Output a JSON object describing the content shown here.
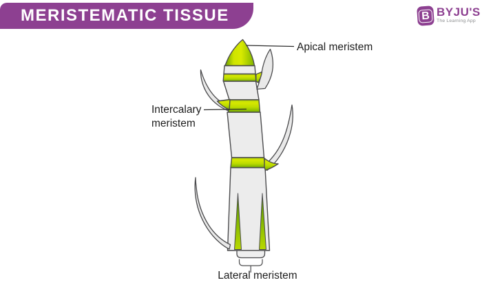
{
  "header": {
    "title": "MERISTEMATIC TISSUE"
  },
  "logo": {
    "badge_letter": "B",
    "brand": "BYJU'S",
    "tagline": "The Learning App"
  },
  "diagram": {
    "labels": {
      "apical": "Apical meristem",
      "intercalary_line1": "Intercalary",
      "intercalary_line2": "meristem",
      "lateral": "Lateral meristem"
    },
    "colors": {
      "brand_purple": "#8d4091",
      "meristem_green_bright": "#d6e800",
      "meristem_green_dark": "#6fa700",
      "stem_gray": "#ececec",
      "outline_gray": "#4a4a4c",
      "label_text": "#1c1c1c"
    }
  }
}
